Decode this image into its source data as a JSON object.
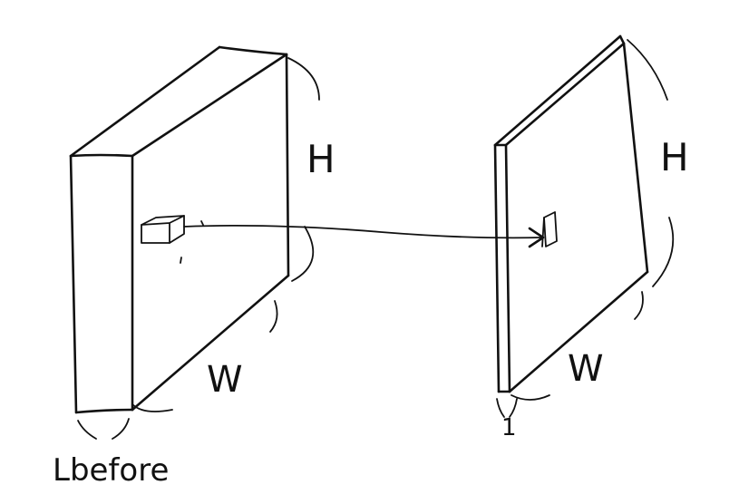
{
  "diagram": {
    "left_block": {
      "height_label": "H",
      "width_label": "W",
      "depth_label": "Lbefore"
    },
    "right_block": {
      "height_label": "H",
      "width_label": "W",
      "depth_label": "1"
    },
    "ink_color": "#111111",
    "background_color": "#ffffff"
  }
}
